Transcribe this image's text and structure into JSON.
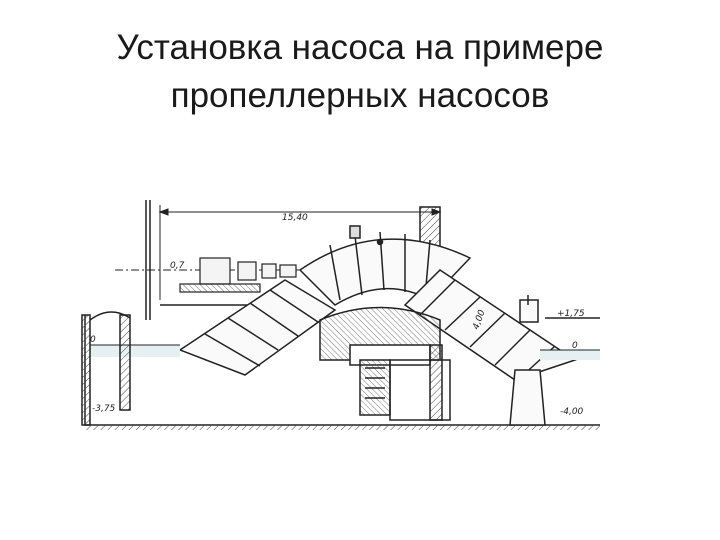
{
  "title": {
    "line1": "Установка насоса на примере",
    "line2": "пропеллерных насосов"
  },
  "drawing": {
    "dimension_top": "15,40",
    "level_07": "0,7",
    "level_left_water": "0",
    "level_left_bottom": "-3,75",
    "level_right_top": "+1,75",
    "level_right_water": "0",
    "level_right_bottom": "-4,00",
    "pipe_diameter": "4,00"
  },
  "colors": {
    "ink": "#222222",
    "water": "#cfe3e8",
    "concrete": "#e8e8e8"
  }
}
